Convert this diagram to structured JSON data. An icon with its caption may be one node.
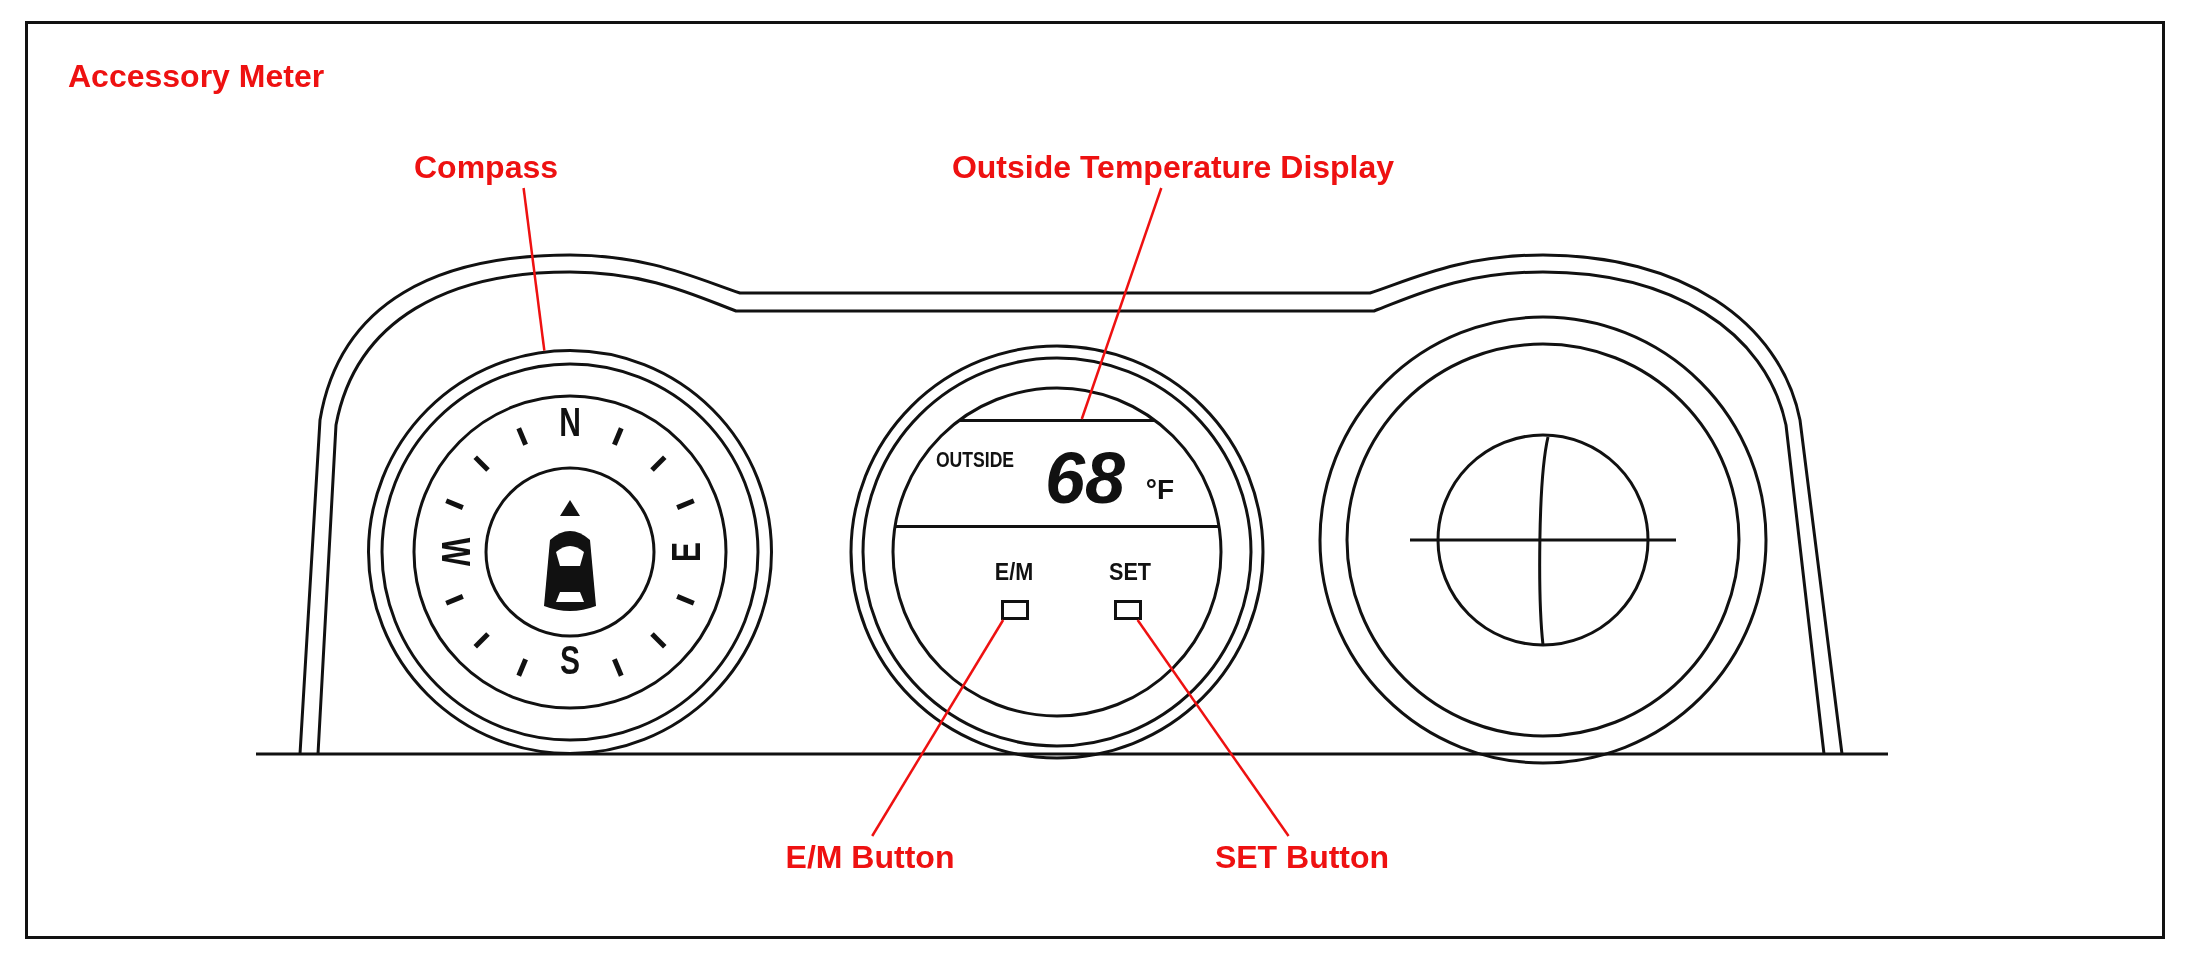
{
  "diagram": {
    "title": "Accessory Meter",
    "nodes": [
      {
        "text": [
          "Compass"
        ]
      },
      {
        "text": [],
        "shape": "circle"
      },
      {
        "text": [
          "Outside Temperature Display"
        ]
      },
      {
        "text": [],
        "shape": "box"
      },
      {
        "text": [
          "E/M Button"
        ]
      },
      {
        "text": [],
        "shape": "box"
      },
      {
        "text": [
          "SET Button"
        ]
      },
      {
        "text": [],
        "shape": "box"
      }
    ],
    "edges": [
      {
        "from": 0,
        "to": 1,
        "arrow": "none"
      },
      {
        "from": 2,
        "to": 3,
        "arrow": "none"
      },
      {
        "from": 4,
        "to": 5,
        "arrow": "none"
      },
      {
        "from": 6,
        "to": 7,
        "arrow": "none"
      }
    ],
    "labels": [
      "N",
      "W",
      "E",
      "S",
      "OUTSIDE",
      "68",
      "°F",
      "E/M",
      "SET"
    ]
  }
}
